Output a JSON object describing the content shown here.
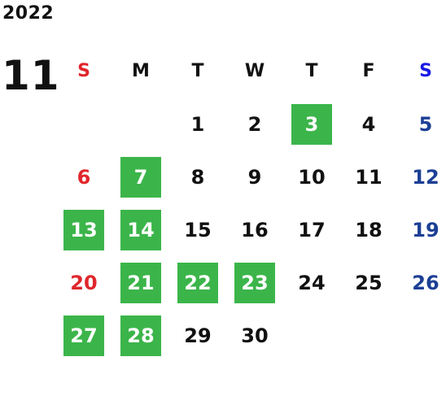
{
  "calendar": {
    "year": "2022",
    "month": "11",
    "weekdays": [
      "S",
      "M",
      "T",
      "W",
      "T",
      "F",
      "S"
    ],
    "weeks": [
      [
        "",
        "",
        "1",
        "2",
        "3",
        "4",
        "5"
      ],
      [
        "6",
        "7",
        "8",
        "9",
        "10",
        "11",
        "12"
      ],
      [
        "13",
        "14",
        "15",
        "16",
        "17",
        "18",
        "19"
      ],
      [
        "20",
        "21",
        "22",
        "23",
        "24",
        "25",
        "26"
      ],
      [
        "27",
        "28",
        "29",
        "30",
        "",
        "",
        ""
      ]
    ],
    "highlighted_days": [
      "3",
      "7",
      "13",
      "14",
      "21",
      "22",
      "23",
      "27",
      "28"
    ]
  },
  "colors": {
    "highlight": "#3bb54a",
    "sunday": "#e0262b",
    "saturday": "#1c3f95",
    "saturday_header": "#1a1ae6",
    "text": "#111111"
  }
}
